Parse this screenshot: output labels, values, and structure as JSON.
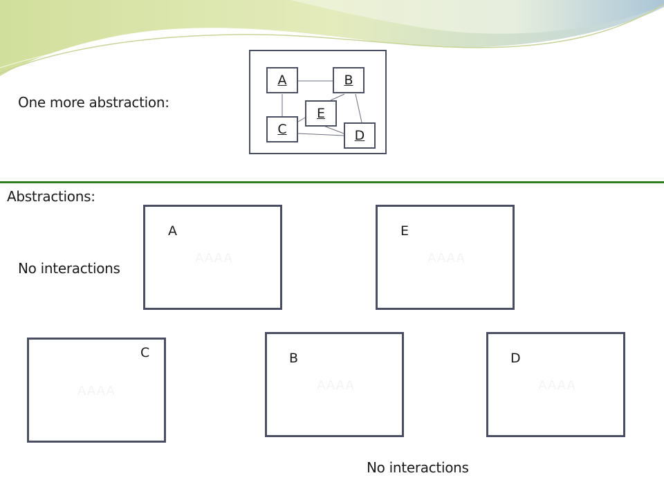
{
  "slide": {
    "top_heading": "One more abstraction:",
    "section_heading": "Abstractions:",
    "note_left": "No interactions",
    "note_bottom": "No interactions"
  },
  "mini_diagram": {
    "nodes": [
      "A",
      "B",
      "E",
      "C",
      "D"
    ],
    "edges": [
      [
        "A",
        "B"
      ],
      [
        "A",
        "C"
      ],
      [
        "B",
        "E"
      ],
      [
        "B",
        "D"
      ],
      [
        "E",
        "C"
      ],
      [
        "E",
        "D"
      ],
      [
        "C",
        "D"
      ]
    ]
  },
  "panels": [
    {
      "label": "A",
      "ghost": "AAAA"
    },
    {
      "label": "E",
      "ghost": "AAAA"
    },
    {
      "label": "C",
      "ghost": "AAAA"
    },
    {
      "label": "B",
      "ghost": "AAAA"
    },
    {
      "label": "D",
      "ghost": "AAAA"
    }
  ],
  "colors": {
    "divider": "#2e7d1e",
    "box_border": "#4a4e63",
    "banner_green": "#c9d98a",
    "banner_blue": "#a9c4d6"
  }
}
